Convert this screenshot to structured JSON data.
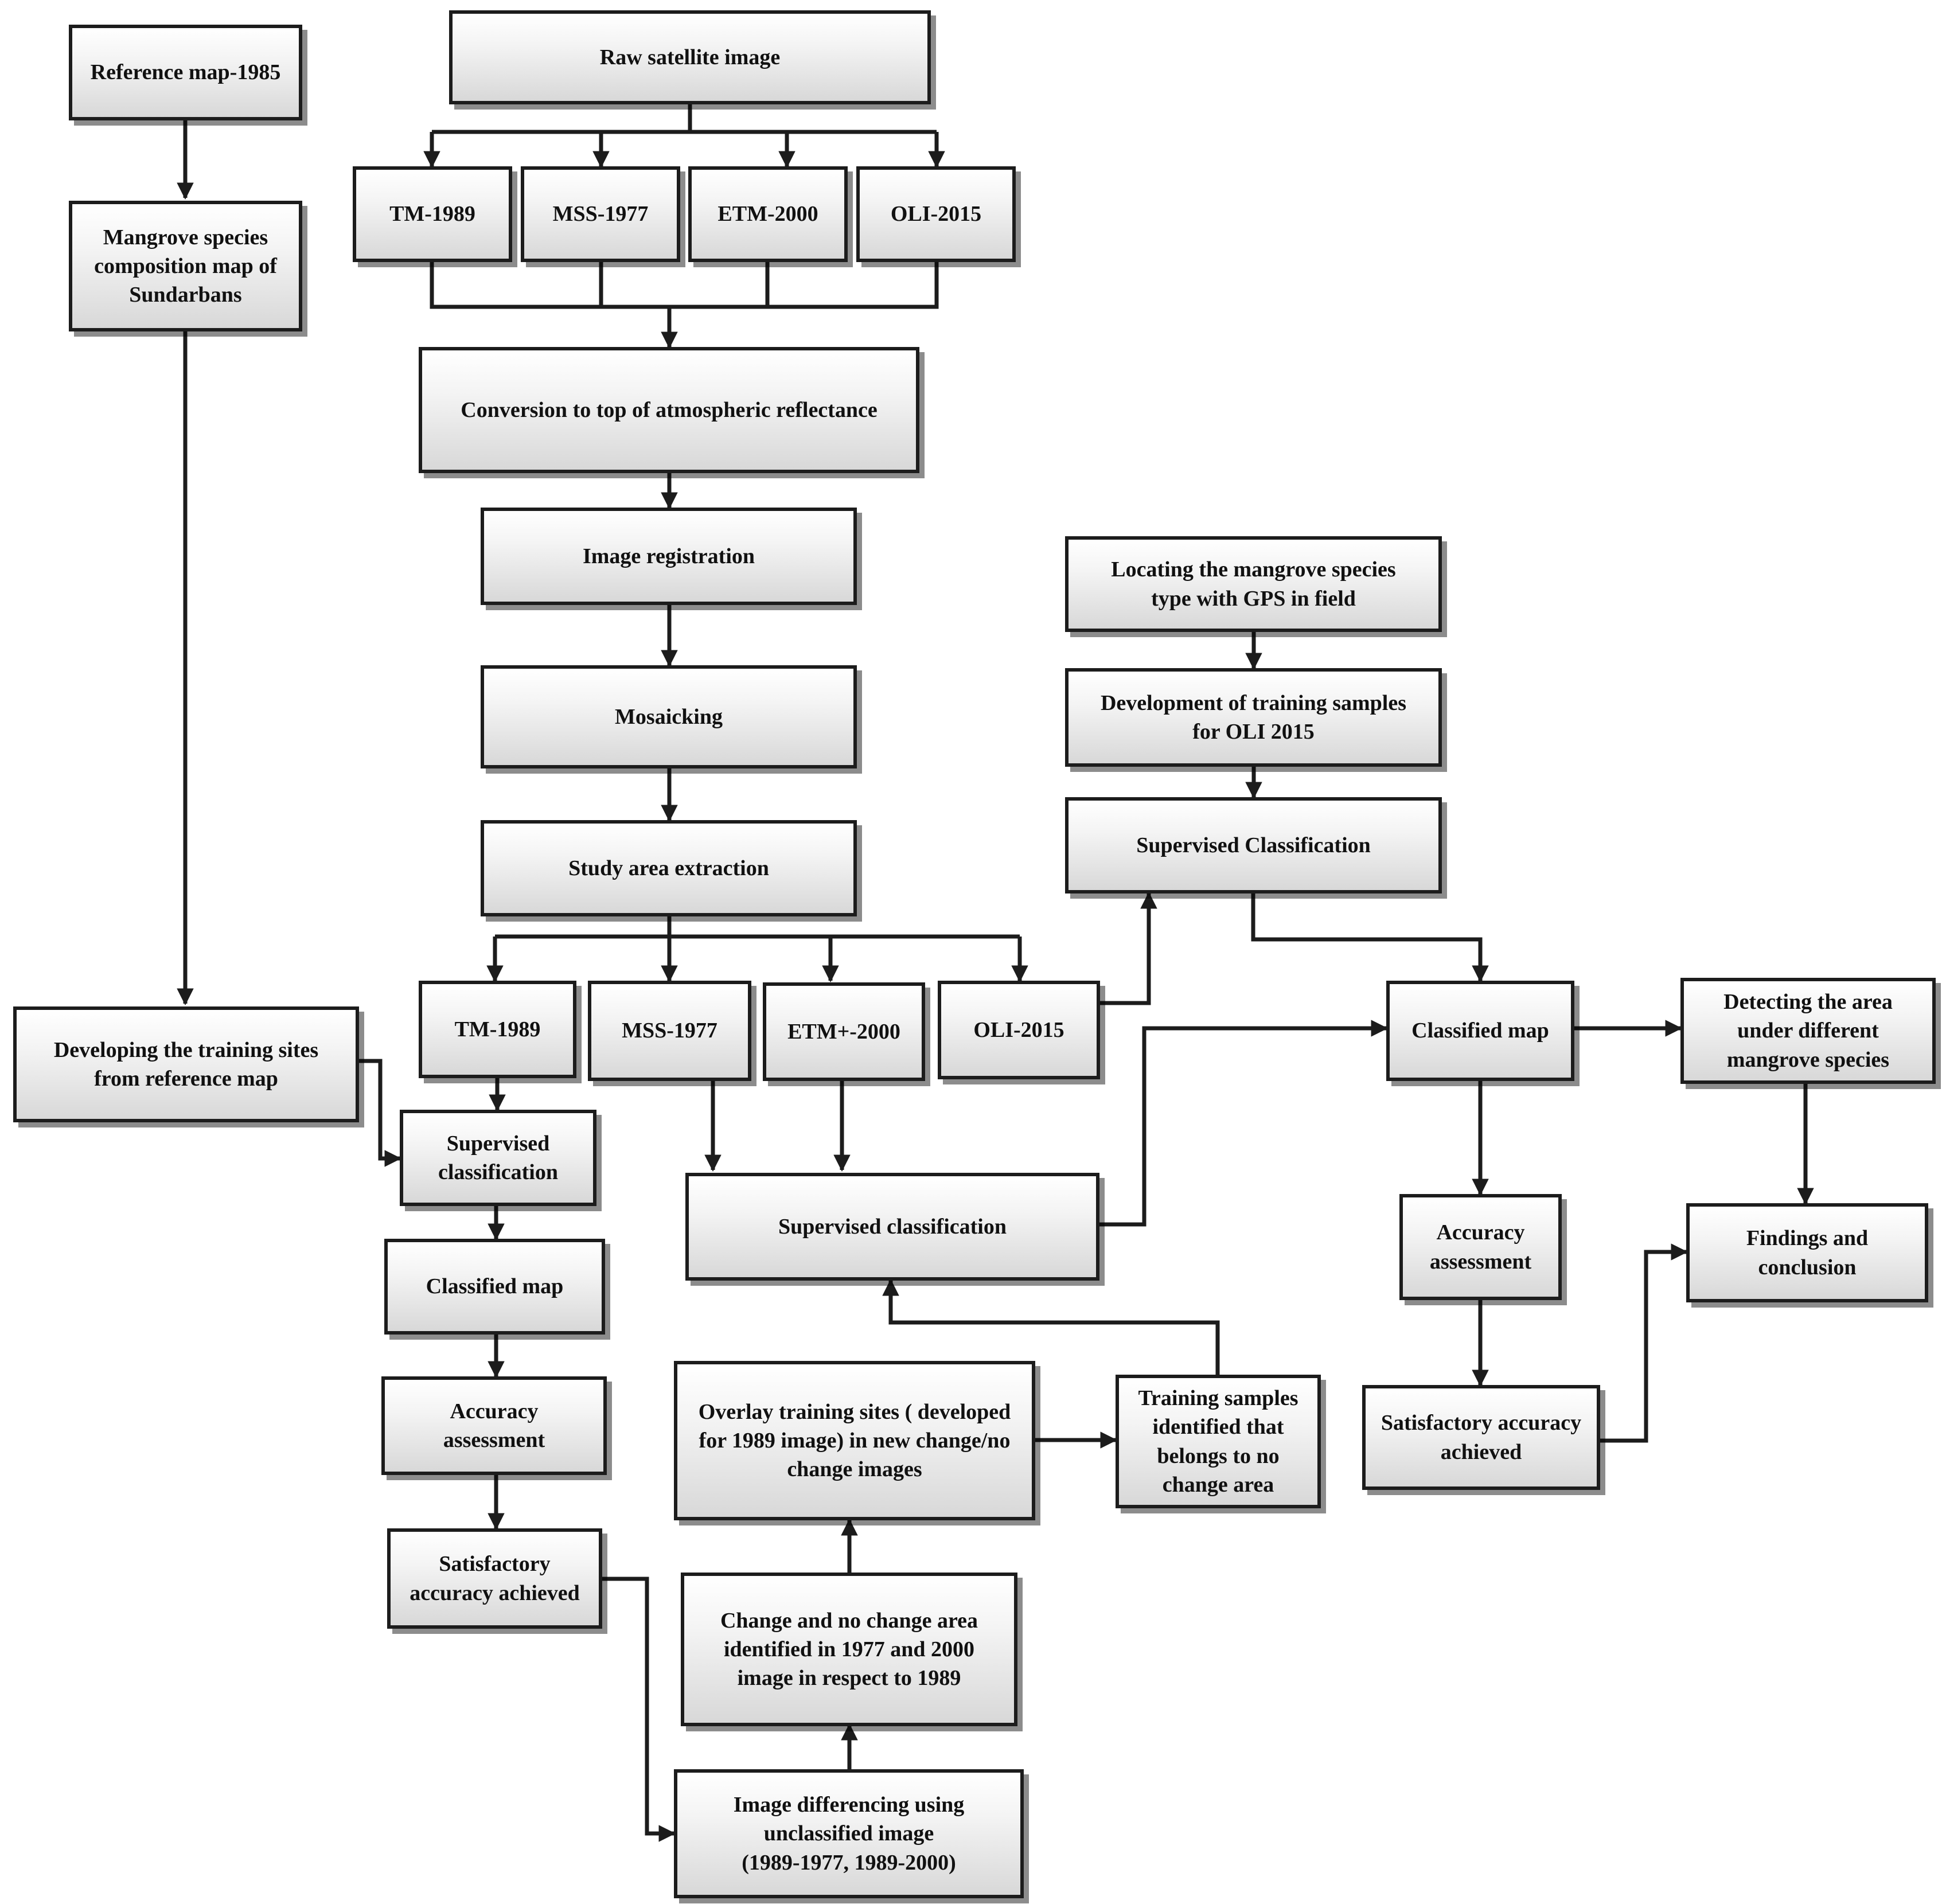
{
  "nodes": {
    "ref_map": "Reference map-1985",
    "mangrove_map": "Mangrove species\ncomposition map of\nSundarbans",
    "dev_training_sites": "Developing the training sites\nfrom reference map",
    "raw_image": "Raw satellite image",
    "tm_1989_top": "TM-1989",
    "mss_1977_top": "MSS-1977",
    "etm_2000_top": "ETM-2000",
    "oli_2015_top": "OLI-2015",
    "toa_conversion": "Conversion to top of atmospheric reflectance",
    "registration": "Image registration",
    "mosaicking": "Mosaicking",
    "extraction": "Study area extraction",
    "tm_1989": "TM-1989",
    "mss_1977": "MSS-1977",
    "etm_plus_2000": "ETM+-2000",
    "oli_2015": "OLI-2015",
    "sup_class_left": "Supervised\nclassification",
    "classified_left": "Classified map",
    "accuracy_left": "Accuracy\nassessment",
    "satisfactory_left": "Satisfactory\naccuracy achieved",
    "sup_class_mid": "Supervised classification",
    "overlay": "Overlay training sites ( developed\nfor 1989 image) in new change/no\nchange images",
    "training_samples_nochange": "Training samples\nidentified that\nbelongs to no\nchange area",
    "change_area": "Change and no change area\nidentified in 1977 and 2000\nimage in respect to 1989",
    "differencing": "Image differencing using\nunclassified image\n(1989-1977, 1989-2000)",
    "gps_field": "Locating the mangrove species\ntype with GPS in field",
    "training_oli": "Development of training samples\nfor OLI 2015",
    "sup_class_right": "Supervised Classification",
    "classified_right": "Classified map",
    "detecting_area": "Detecting the area\nunder different\nmangrove species",
    "accuracy_right": "Accuracy\nassessment",
    "satisfactory_right": "Satisfactory accuracy\nachieved",
    "findings": "Findings and\nconclusion"
  }
}
